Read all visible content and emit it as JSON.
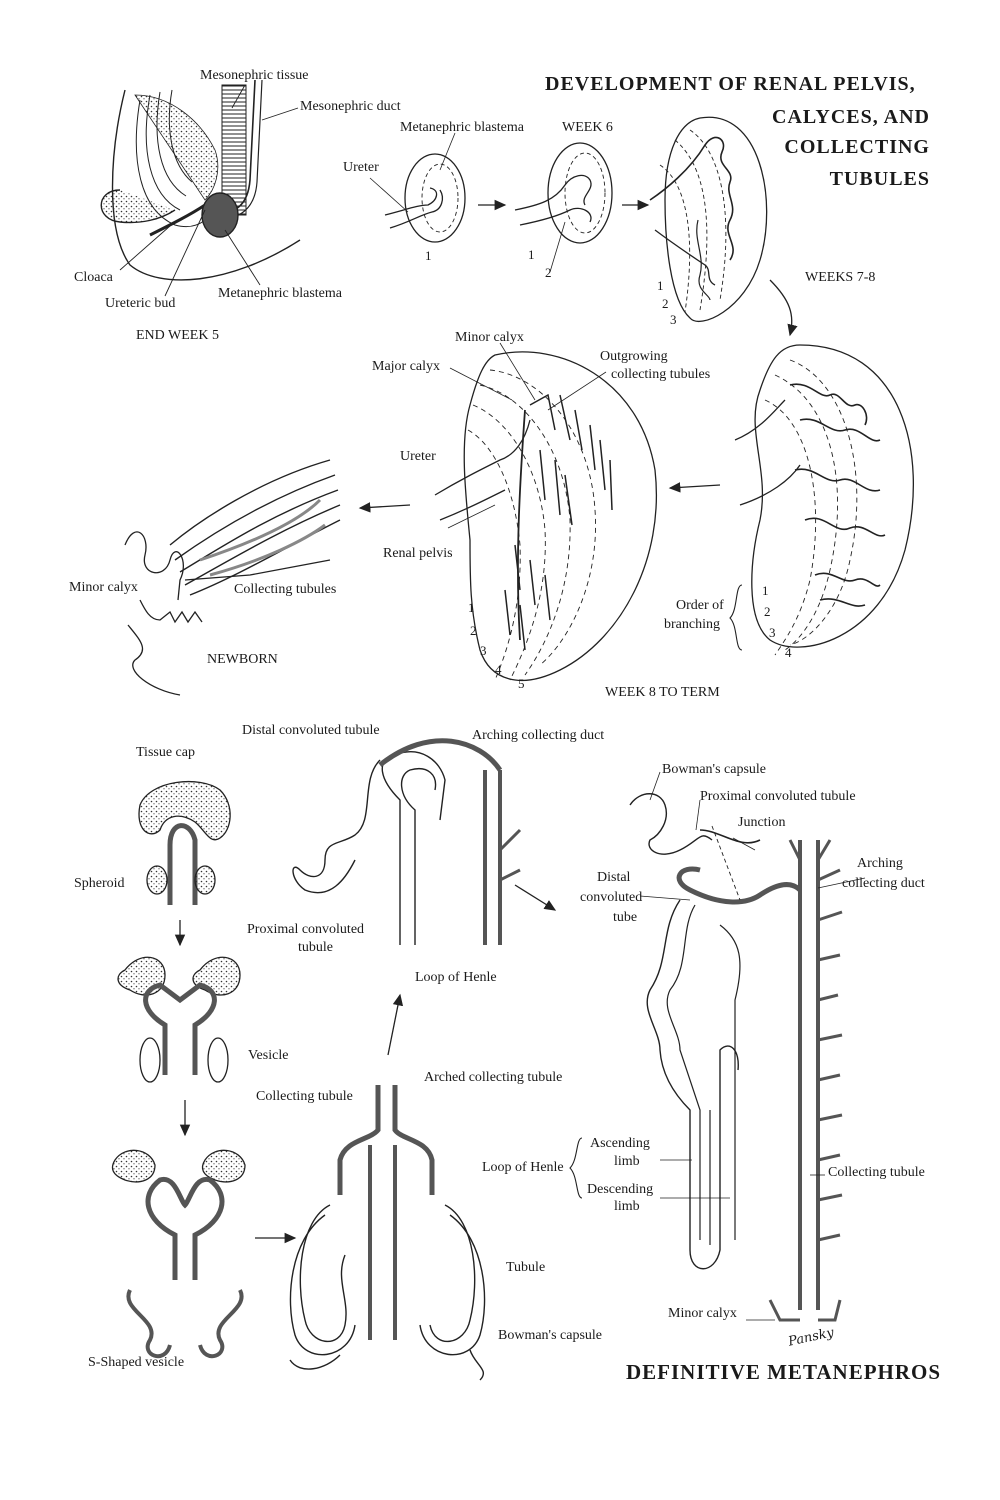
{
  "titles": {
    "main": [
      "DEVELOPMENT OF RENAL PELVIS,",
      "CALYCES, AND",
      "COLLECTING",
      "TUBULES"
    ],
    "definitive": "DEFINITIVE METANEPHROS"
  },
  "panel_week5": {
    "label_mesonephric_tissue": "Mesonephric tissue",
    "label_mesonephric_duct": "Mesonephric duct",
    "label_cloaca": "Cloaca",
    "label_ureteric_bud": "Ureteric bud",
    "label_metanephric_blastema": "Metanephric blastema",
    "caption": "END WEEK 5"
  },
  "panel_week6": {
    "label_metanephric_blastema": "Metanephric blastema",
    "label_ureter": "Ureter",
    "caption": "WEEK 6",
    "numbers": [
      "1",
      "1",
      "2"
    ]
  },
  "panel_weeks78": {
    "caption": "WEEKS 7-8",
    "numbers": [
      "1",
      "2",
      "3"
    ]
  },
  "panel_order": {
    "label_order": "Order of",
    "label_branching": "branching",
    "numbers": [
      "1",
      "2",
      "3",
      "4"
    ]
  },
  "panel_term": {
    "label_minor_calyx": "Minor calyx",
    "label_major_calyx": "Major calyx",
    "label_outgrowing": "Outgrowing",
    "label_collecting_tubules": "collecting tubules",
    "label_ureter": "Ureter",
    "label_renal_pelvis": "Renal pelvis",
    "caption": "WEEK 8 TO TERM",
    "numbers": [
      "1",
      "2",
      "3",
      "4",
      "5"
    ]
  },
  "panel_newborn": {
    "label_minor_calyx": "Minor calyx",
    "label_collecting_tubules": "Collecting tubules",
    "caption": "NEWBORN"
  },
  "panel_nephron": {
    "label_tissue_cap": "Tissue cap",
    "label_spheroid": "Spheroid",
    "label_vesicle": "Vesicle",
    "label_s_shaped": "S-Shaped vesicle",
    "label_collecting_tubule": "Collecting tubule",
    "label_arched_collecting_tubule": "Arched collecting tubule",
    "label_tubule": "Tubule",
    "label_bowmans_capsule_1": "Bowman's capsule",
    "label_distal_convoluted": "Distal convoluted tubule",
    "label_arching_collecting_duct_1": "Arching collecting duct",
    "label_proximal_convoluted_1": "Proximal convoluted",
    "label_proximal_convoluted_1b": "tubule",
    "label_loop_of_henle_1": "Loop of Henle"
  },
  "panel_definitive": {
    "label_bowmans_capsule": "Bowman's capsule",
    "label_proximal_convoluted": "Proximal convoluted tubule",
    "label_junction": "Junction",
    "label_distal_1": "Distal",
    "label_distal_2": "convoluted",
    "label_distal_3": "tube",
    "label_arching_1": "Arching",
    "label_arching_2": "collecting duct",
    "label_loop_of_henle": "Loop of Henle",
    "label_ascending_1": "Ascending",
    "label_ascending_2": "limb",
    "label_descending_1": "Descending",
    "label_descending_2": "limb",
    "label_collecting_tubule": "Collecting tubule",
    "label_minor_calyx": "Minor calyx",
    "signature": "Pansky"
  }
}
